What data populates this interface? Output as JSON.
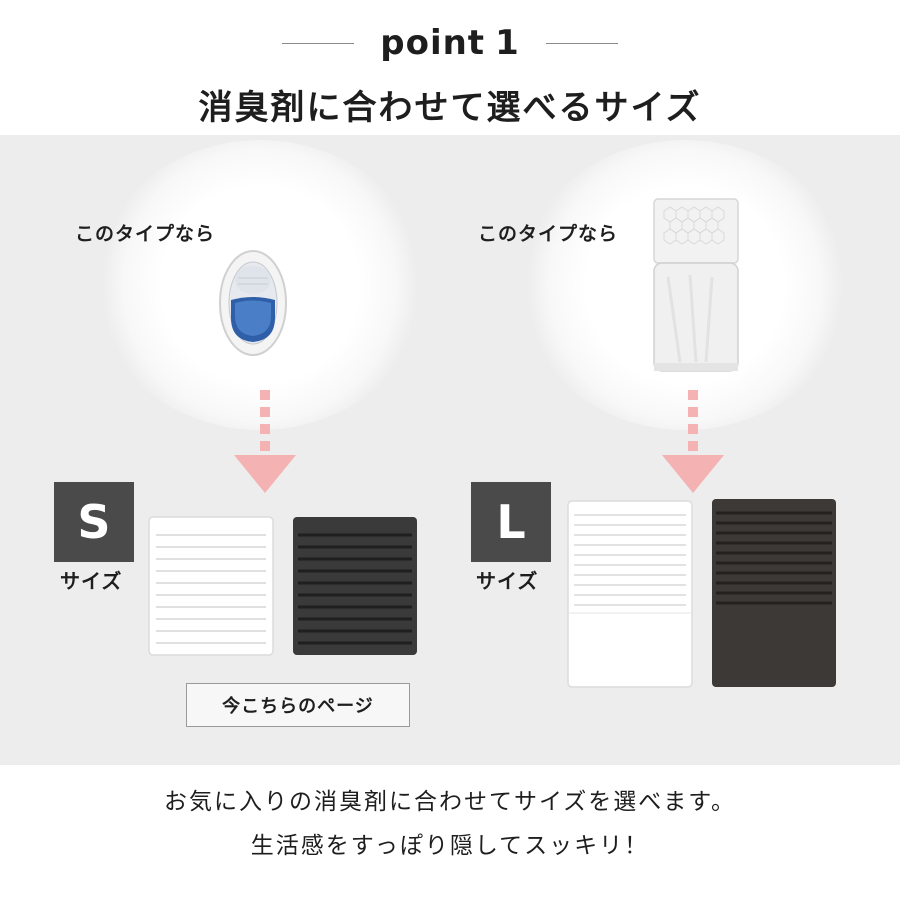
{
  "header": {
    "point_word": "point",
    "point_number": "1",
    "headline": "消臭剤に合わせて選べるサイズ"
  },
  "left": {
    "type_label": "このタイプなら",
    "size_letter": "S",
    "size_text": "サイズ",
    "current_page": "今こちらのページ",
    "product_colors": [
      "#ffffff",
      "#3a3a3a"
    ]
  },
  "right": {
    "type_label": "このタイプなら",
    "size_letter": "L",
    "size_text": "サイズ",
    "product_colors": [
      "#ffffff",
      "#3d3937"
    ]
  },
  "colors": {
    "panel_bg": "#ededed",
    "arrow": "#f5b2b2",
    "size_badge": "#4a4a4a"
  },
  "captions": {
    "line1": "お気に入りの消臭剤に合わせてサイズを選べます。",
    "line2": "生活感をすっぽり隠してスッキリ！"
  }
}
